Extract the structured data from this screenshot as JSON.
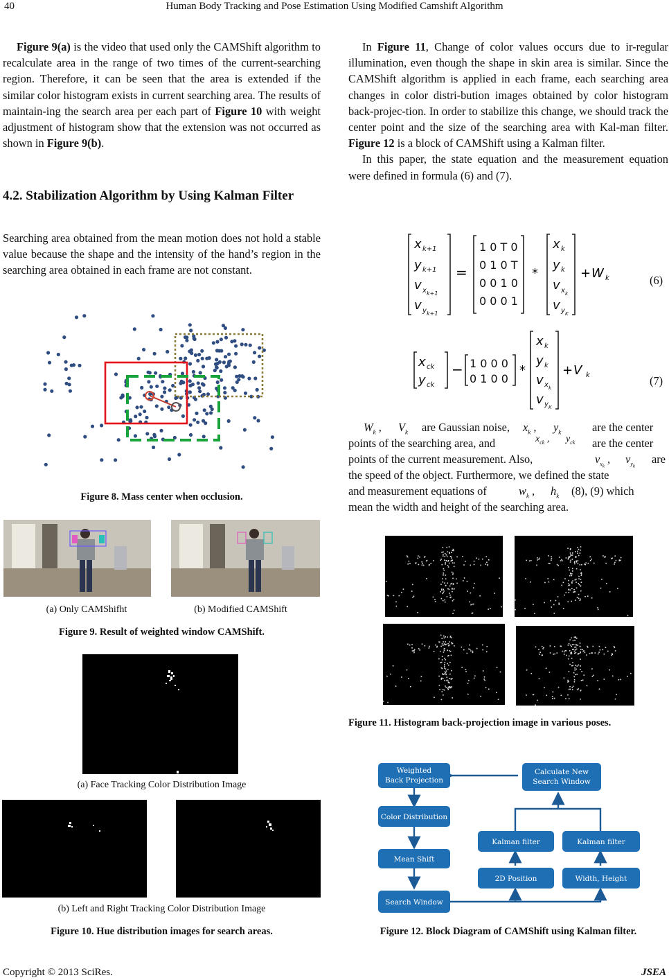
{
  "header": {
    "page_number": "40",
    "running_title": "Human Body Tracking and Pose Estimation Using Modified Camshift Algorithm"
  },
  "left": {
    "p1": {
      "fig9a": "Figure 9(a)",
      "t1": " is the video that used only the CAMShift algorithm to recalculate area in the range of two times of the current-searching region. Therefore, it can be seen that the area is extended if the similar color histogram exists in current searching area. The results of maintain-ing the search area per each part of ",
      "fig10": "Figure 10",
      "t2": " with weight adjustment of histogram show that the extension was not occurred as shown in ",
      "fig9b": "Figure 9(b)",
      "t3": "."
    },
    "section_title": "4.2. Stabilization Algorithm by Using Kalman Filter",
    "p2": "Searching area obtained from the mean motion does not hold a stable value because the shape and the intensity of the hand’s region in the searching area obtained in each frame are not constant.",
    "fig8_caption": "Figure 8. Mass center when occlusion.",
    "fig9_sub_a": "(a) Only CAMShifht",
    "fig9_sub_b": "(b) Modified CAMShift",
    "fig9_caption": "Figure 9. Result of weighted window CAMShift.",
    "fig10_sub_a": "(a) Face Tracking Color Distribution Image",
    "fig10_sub_b": "(b) Left and Right Tracking Color Distribution Image",
    "fig10_caption": "Figure 10. Hue distribution images for search areas."
  },
  "right": {
    "p1": {
      "a": "In ",
      "fig11": "Figure 11",
      "b": ", Change of color values occurs due to ir-regular illumination, even though the shape in skin area is similar. Since the CAMShift algorithm is applied in each frame, each searching area changes in color distri-bution images obtained by color histogram back-projec-tion. In order to stabilize this change, we should track the center point and the size of the searching area with Kal-man filter. ",
      "fig12": "Figure 12",
      "c": " is a block of CAMShift using a Kalman filter."
    },
    "p2": "In this paper, the state equation and the measurement equation were defined in formula (6) and (7).",
    "eq6": {
      "lhs": [
        "x",
        "y",
        "v",
        "v"
      ],
      "matrix": [
        "1 0 T 0",
        "0 1 0 T",
        "0 0 1 0",
        "0 0 0 1"
      ],
      "noise": "W",
      "label": "(6)"
    },
    "eq7": {
      "lhs": [
        "x",
        "y"
      ],
      "matrix": [
        "1 0 0 0",
        "0 1 0 0"
      ],
      "noise": "V",
      "label": "(7)"
    },
    "p3": {
      "t1": "are Gaussian noise,",
      "t2": "are the center points of the searching area, and",
      "t3": "are the center points of the current measurement. Also,",
      "t4": "are the speed of the object. Furthermore, we defined the state and measurement equations of",
      "t5": "(8), (9) which mean the width and height of the searching area."
    },
    "fig11_caption": "Figure 11. Histogram back-projection image in various poses.",
    "fig12_caption": "Figure 12. Block Diagram of CAMShift using Kalman filter.",
    "diagram": {
      "weighted": [
        "Weighted",
        "Back Projection"
      ],
      "color_dist": "Color Distribution",
      "mean_shift": "Mean Shift",
      "search_window": "Search Window",
      "calc_new": [
        "Calculate New",
        "Search Window"
      ],
      "kalman1": "Kalman filter",
      "kalman2": "Kalman filter",
      "pos2d": "2D Position",
      "wh": "Width, Height"
    }
  },
  "footer": {
    "copyright": "Copyright © 2013 SciRes.",
    "journal": "JSEA"
  }
}
